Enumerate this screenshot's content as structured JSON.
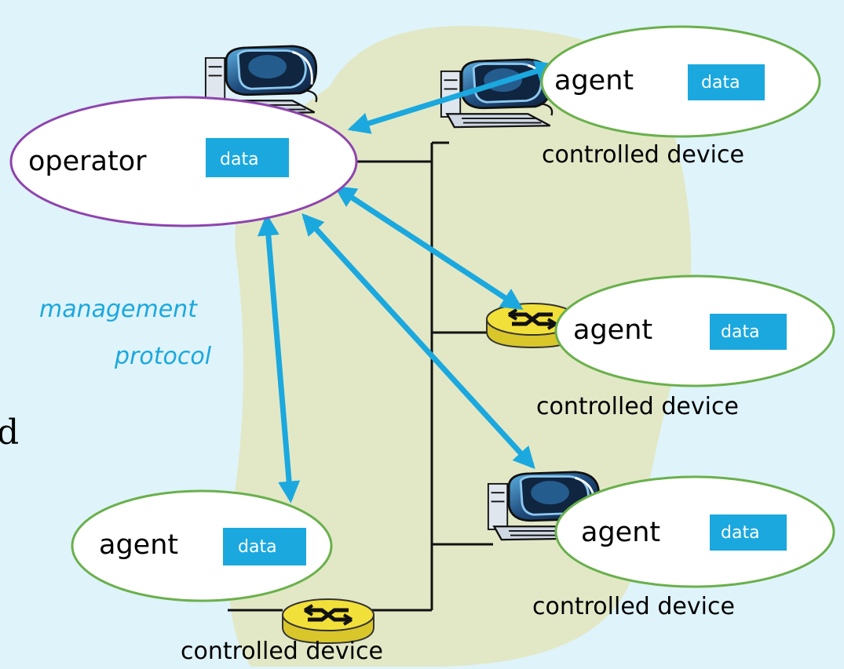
{
  "diagram": {
    "operator": {
      "label": "operator",
      "data_label": "data"
    },
    "agents": [
      {
        "label": "agent",
        "data_label": "data",
        "caption": "controlled device"
      },
      {
        "label": "agent",
        "data_label": "data",
        "caption": "controlled device"
      },
      {
        "label": "agent",
        "data_label": "data",
        "caption": "controlled device"
      },
      {
        "label": "agent",
        "data_label": "data",
        "caption": "controlled device"
      }
    ],
    "protocol_label": {
      "line1": "management",
      "line2": "protocol"
    },
    "edge_glyph": "d"
  },
  "colors": {
    "background": "#dff3fa",
    "blob": "#e2e8c6",
    "operator_border": "#8e44ad",
    "agent_border": "#6ab04c",
    "data_box": "#1ba8de",
    "arrow": "#1ba8de",
    "router": "#f2e03a"
  },
  "icons": [
    "workstation-icon",
    "router-icon"
  ]
}
